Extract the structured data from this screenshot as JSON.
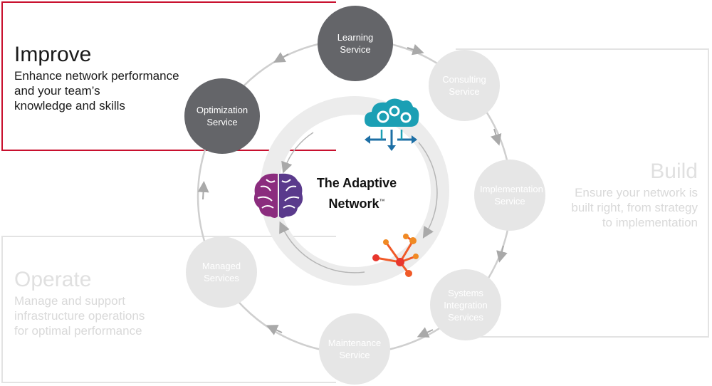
{
  "phases": {
    "improve": {
      "title": "Improve",
      "description": "Enhance network performance\nand your team’s\nknowledge and skills",
      "frame_color": "#c8102e"
    },
    "build": {
      "title": "Build",
      "description": "Ensure your network is\nbuilt right, from strategy\nto implementation"
    },
    "operate": {
      "title": "Operate",
      "description": "Manage and support\ninfrastructure operations\nfor optimal performance"
    }
  },
  "center": {
    "title_line1": "The Adaptive",
    "title_line2": "Network",
    "trademark": "™"
  },
  "services": [
    {
      "label": "Learning\nService",
      "state": "active"
    },
    {
      "label": "Consulting\nService",
      "state": "inactive"
    },
    {
      "label": "Implementation\nService",
      "state": "inactive"
    },
    {
      "label": "Systems\nIntegration\nServices",
      "state": "inactive"
    },
    {
      "label": "Maintenance\nService",
      "state": "inactive"
    },
    {
      "label": "Managed\nServices",
      "state": "inactive"
    },
    {
      "label": "Optimization\nService",
      "state": "active"
    }
  ],
  "colors": {
    "active_node": "#646569",
    "inactive_node": "#e6e6e6",
    "cloud_icon": "#1b9fb4",
    "brain_icon": "#7b2a7c",
    "network_icon": "#f05a28"
  },
  "icons": [
    "cloud-gears-icon",
    "brain-icon",
    "network-nodes-icon"
  ]
}
